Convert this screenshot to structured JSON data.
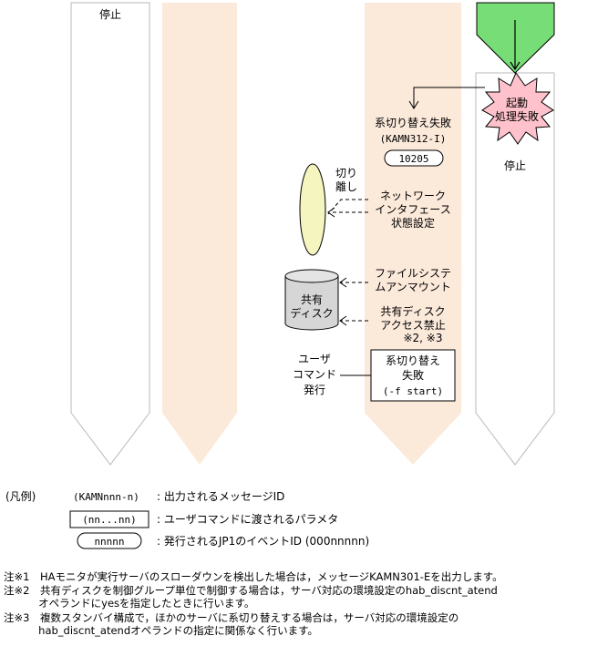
{
  "diagram": {
    "lane1_label": "停止",
    "lane4_label": "停止",
    "start_burst": [
      "起動",
      "処理失敗"
    ],
    "switch_fail": [
      "系切り替え失敗",
      "(KAMN312-I)"
    ],
    "event_id": "10205",
    "detach": [
      "切り",
      "離し"
    ],
    "network": [
      "ネットワーク",
      "インタフェース",
      "状態設定"
    ],
    "shared_disk": [
      "共有",
      "ディスク"
    ],
    "fs_unmount": [
      "ファイルシステ",
      "ムアンマウント"
    ],
    "disk_access": [
      "共有ディスク",
      "アクセス禁止"
    ],
    "disk_access_note": "※2, ※3",
    "user_command": [
      "ユーザ",
      "コマンド",
      "発行"
    ],
    "cmd_box": [
      "系切り替え",
      "失敗",
      "(-f start)"
    ]
  },
  "legend": {
    "title": "(凡例)",
    "msg_sample": "(KAMNnnn-n)",
    "msg_desc": ": 出力されるメッセージID",
    "param_sample": "(nn...nn)",
    "param_desc": ": ユーザコマンドに渡されるパラメタ",
    "event_sample": "nnnnn",
    "event_desc": ": 発行されるJP1のイベントID (000nnnnn)"
  },
  "notes": [
    "注※1　HAモニタが実行サーバのスローダウンを検出した場合は，メッセージKAMN301-Eを出力します。",
    "注※2　共有ディスクを制御グループ単位で制御する場合は，サーバ対応の環境設定のhab_discnt_atend",
    "　　　 オペランドにyesを指定したときに行います。",
    "注※3　複数スタンバイ構成で，ほかのサーバに系切り替えする場合は，サーバ対応の環境設定の",
    "　　　 hab_discnt_atendオペランドの指定に関係なく行います。"
  ],
  "colors": {
    "lane_fill": "#fbe9da",
    "start_arrow": "#77dd77",
    "burst": "#ffc2cc",
    "ellipse": "#f5f5c0",
    "cylinder": "#d6d6d6"
  }
}
